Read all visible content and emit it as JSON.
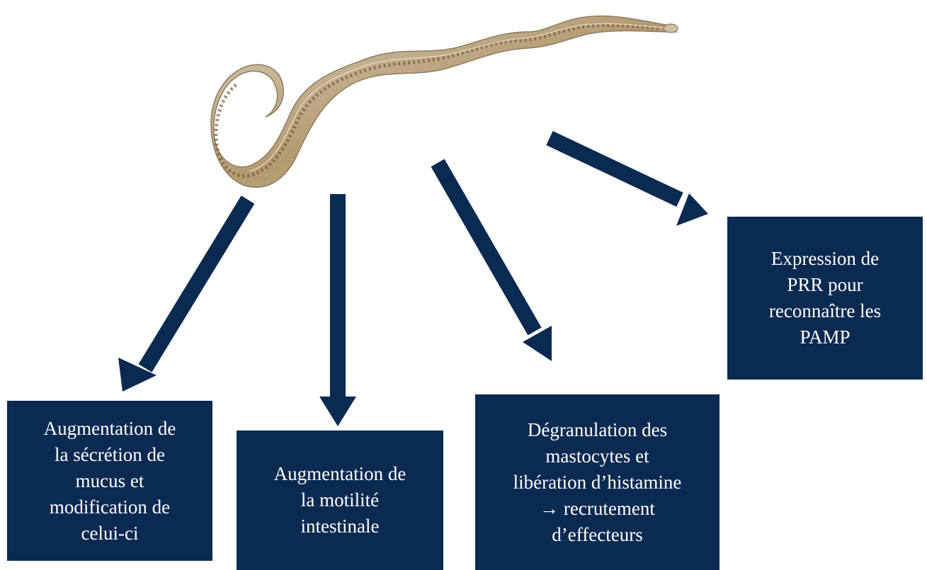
{
  "colors": {
    "box_fill": "#0b2a52",
    "arrow_fill": "#0b2a52",
    "box_text": "#ffffff"
  },
  "image": {
    "subject": "nematode-worm"
  },
  "boxes": {
    "mucus": [
      "Augmentation de",
      "la sécrétion de",
      "mucus et",
      "modification de",
      "celui-ci"
    ],
    "motility": [
      "Augmentation de",
      "la motilité",
      "intestinale"
    ],
    "mast": [
      "Dégranulation des",
      "mastocytes et",
      "libération d’histamine",
      "→ recrutement",
      "d’effecteurs"
    ],
    "prr": [
      "Expression de",
      "PRR pour",
      "reconnaître les",
      "PAMP"
    ]
  }
}
